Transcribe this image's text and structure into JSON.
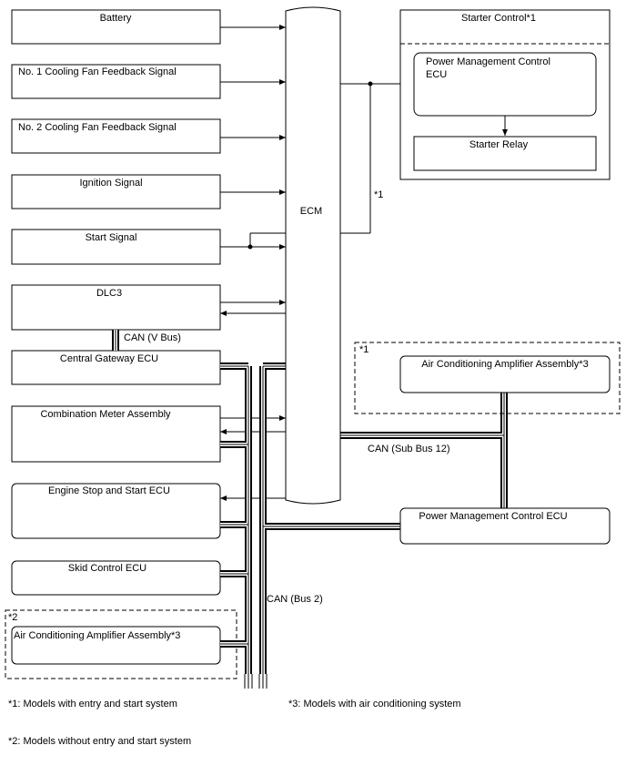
{
  "blocks": {
    "battery": "Battery",
    "fan1": "No. 1 Cooling Fan Feedback Signal",
    "fan2": "No. 2 Cooling Fan Feedback Signal",
    "ignition": "Ignition Signal",
    "start_signal": "Start Signal",
    "dlc3": "DLC3",
    "gateway": "Central Gateway ECU",
    "meter": "Combination Meter Assembly",
    "engine_stop_start": "Engine Stop and Start ECU",
    "skid": "Skid Control ECU",
    "ac_amp_left": "Air Conditioning Amplifier Assembly*3",
    "ecm": "ECM",
    "starter_control": "Starter Control*1",
    "pm_ecu_line1": "Power Management Control",
    "pm_ecu_line2": "ECU",
    "starter_relay": "Starter Relay",
    "ac_amp_right": "Air Conditioning Amplifier Assembly*3",
    "pm_ecu_bottom": "Power Management Control ECU"
  },
  "labels": {
    "can_vbus": "CAN (V Bus)",
    "can_sub_bus": "CAN (Sub Bus 12)",
    "can_bus2": "CAN (Bus 2)",
    "mark_1_wire": "*1",
    "mark_1_group": "*1",
    "mark_2_group": "*2"
  },
  "notes": {
    "note1": "*1: Models with entry and start system",
    "note2": "*2: Models without entry and start system",
    "note3": "*3: Models with air conditioning system"
  }
}
